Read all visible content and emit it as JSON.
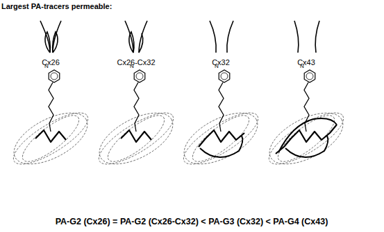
{
  "diagram": {
    "title": "Largest PA-tracers permeable:",
    "caption": "PA-G2 (Cx26) = PA-G2 (Cx26-Cx32) < PA-G3 (Cx32) < PA-G4 (Cx43)",
    "labels": [
      "Cx26",
      "Cx26-Cx32",
      "Cx32",
      "Cx43",
      "N",
      "N",
      "N",
      "N"
    ]
  }
}
